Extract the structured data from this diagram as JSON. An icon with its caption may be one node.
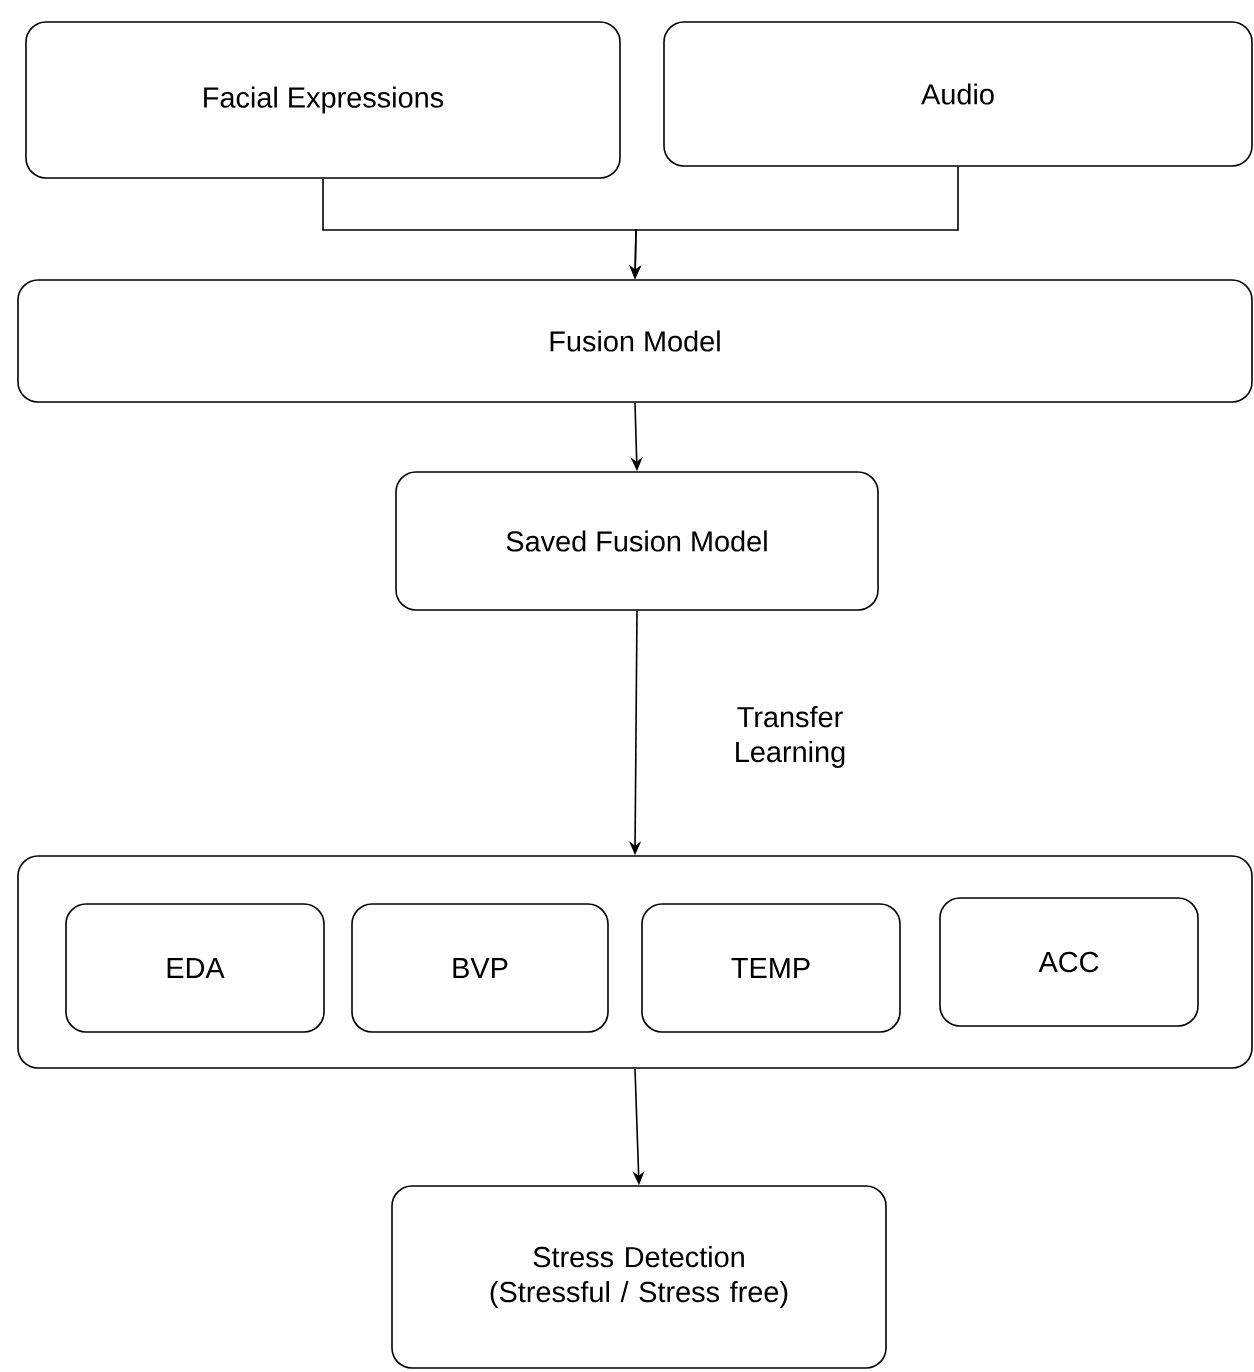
{
  "diagram": {
    "nodes": [
      {
        "text": [
          "Facial Expressions"
        ]
      },
      {
        "text": [
          "Audio"
        ]
      },
      {
        "text": [
          "Fusion Model"
        ]
      },
      {
        "text": [
          "Saved Fusion Model"
        ]
      },
      {
        "text": [],
        "shape": "box"
      },
      {
        "text": [
          "EDA"
        ],
        "in": 4
      },
      {
        "text": [
          "BVP"
        ],
        "in": 4
      },
      {
        "text": [
          "TEMP"
        ],
        "in": 4
      },
      {
        "text": [
          "ACC"
        ],
        "in": 4
      },
      {
        "text": [
          "Stress Detection (Stressful / Stress free)"
        ]
      }
    ],
    "edges": [
      {
        "from": 0,
        "to": 2,
        "arrow": "to"
      },
      {
        "from": 1,
        "to": 2,
        "arrow": "to"
      },
      {
        "from": 2,
        "to": 3,
        "arrow": "to"
      },
      {
        "from": 3,
        "to": 4,
        "arrow": "to",
        "label": "Transfer Learning"
      },
      {
        "from": 4,
        "to": 9,
        "arrow": "to"
      }
    ]
  }
}
